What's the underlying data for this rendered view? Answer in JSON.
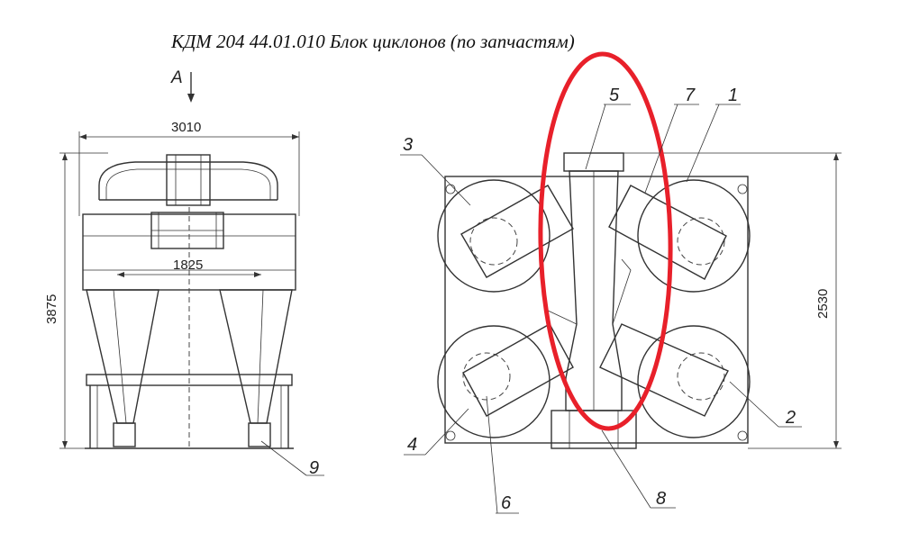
{
  "title": "КДМ 204 44.01.010  Блок циклонов (по запчастям)",
  "view_label": "A",
  "dimensions": {
    "width_total": "3010",
    "inner_width": "1825",
    "height_total": "3875",
    "plan_height": "2530"
  },
  "callouts": [
    "1",
    "2",
    "3",
    "4",
    "5",
    "6",
    "7",
    "8",
    "9"
  ],
  "colors": {
    "line": "#333333",
    "highlight": "#e8202a",
    "background": "#ffffff"
  }
}
